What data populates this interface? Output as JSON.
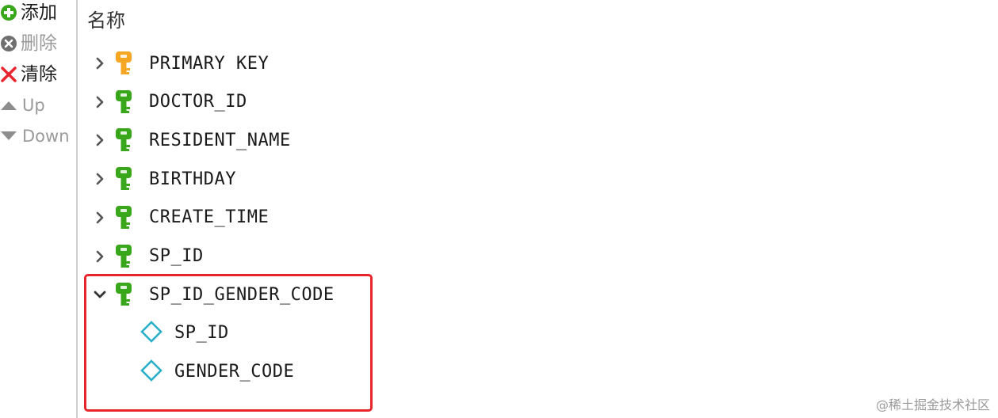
{
  "toolbar": {
    "add_label": "添加",
    "delete_label": "删除",
    "clear_label": "清除",
    "up_label": "Up",
    "down_label": "Down"
  },
  "header": {
    "name_column": "名称"
  },
  "tree": {
    "items": [
      {
        "label": "PRIMARY KEY",
        "expanded": false,
        "key_color": "#f5a623"
      },
      {
        "label": "DOCTOR_ID",
        "expanded": false,
        "key_color": "#3aa61c"
      },
      {
        "label": "RESIDENT_NAME",
        "expanded": false,
        "key_color": "#3aa61c"
      },
      {
        "label": "BIRTHDAY",
        "expanded": false,
        "key_color": "#3aa61c"
      },
      {
        "label": "CREATE_TIME",
        "expanded": false,
        "key_color": "#3aa61c"
      },
      {
        "label": "SP_ID",
        "expanded": false,
        "key_color": "#3aa61c"
      },
      {
        "label": "SP_ID_GENDER_CODE",
        "expanded": true,
        "key_color": "#3aa61c",
        "children": [
          {
            "label": "SP_ID"
          },
          {
            "label": "GENDER_CODE"
          }
        ]
      }
    ]
  },
  "colors": {
    "highlight": "#e8242c",
    "column_icon": "#2bb0c8",
    "add": "#3aa61c",
    "clear": "#e8242c",
    "disabled": "#9a9a9a"
  },
  "watermark": "@稀土掘金技术社区"
}
